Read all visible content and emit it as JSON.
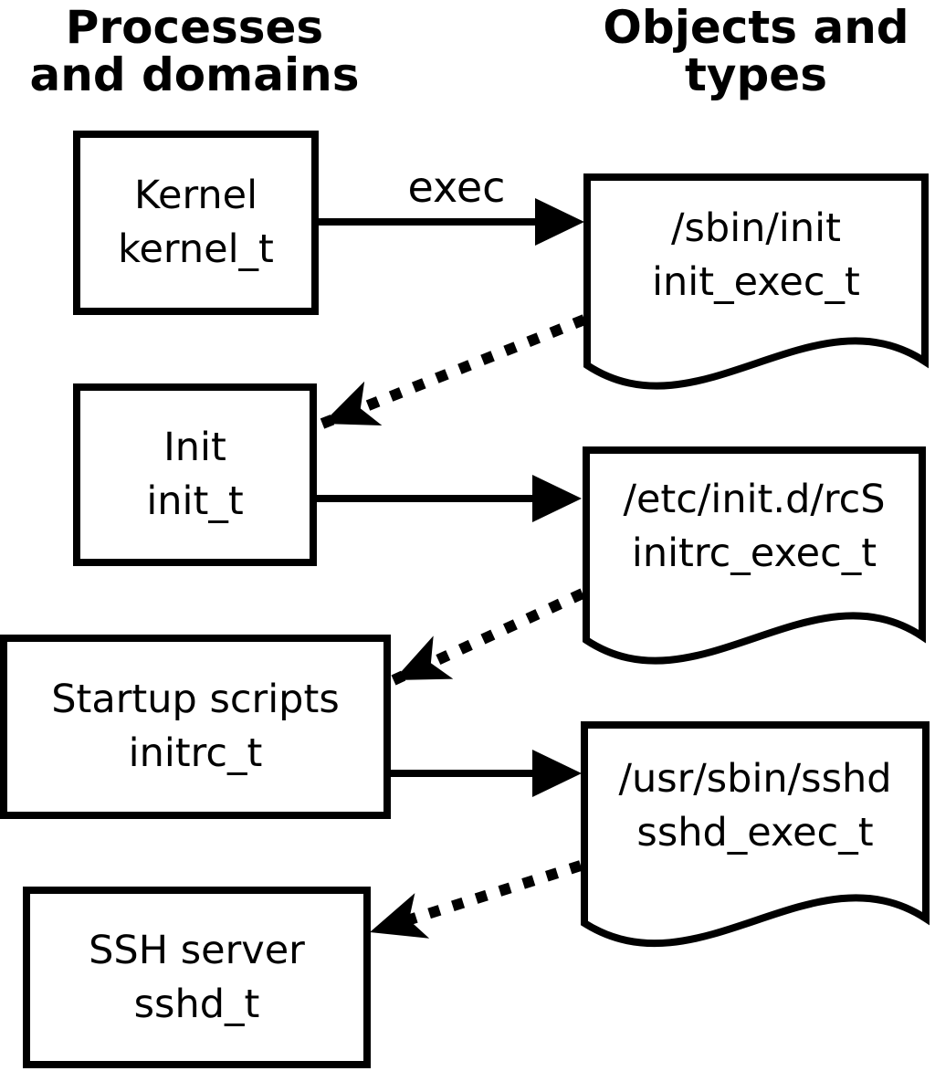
{
  "colors": {
    "foreground": "#000000",
    "background": "#ffffff"
  },
  "headers": {
    "left": {
      "line1": "Processes",
      "line2": "and domains"
    },
    "right": {
      "line1": "Objects and",
      "line2": "types"
    }
  },
  "process_boxes": [
    {
      "name": "Kernel",
      "type": "kernel_t"
    },
    {
      "name": "Init",
      "type": "init_t"
    },
    {
      "name": "Startup scripts",
      "type": "initrc_t"
    },
    {
      "name": "SSH server",
      "type": "sshd_t"
    }
  ],
  "object_docs": [
    {
      "path": "/sbin/init",
      "type": "init_exec_t"
    },
    {
      "path": "/etc/init.d/rcS",
      "type": "initrc_exec_t"
    },
    {
      "path": "/usr/sbin/sshd",
      "type": "sshd_exec_t"
    }
  ],
  "arrow_labels": {
    "exec": "exec"
  },
  "edges": [
    {
      "from": "Kernel (kernel_t)",
      "to": "/sbin/init (init_exec_t)",
      "style": "solid",
      "label": "exec"
    },
    {
      "from": "/sbin/init (init_exec_t)",
      "to": "Init (init_t)",
      "style": "dotted",
      "label": ""
    },
    {
      "from": "Init (init_t)",
      "to": "/etc/init.d/rcS (initrc_exec_t)",
      "style": "solid",
      "label": ""
    },
    {
      "from": "/etc/init.d/rcS (initrc_exec_t)",
      "to": "Startup scripts (initrc_t)",
      "style": "dotted",
      "label": ""
    },
    {
      "from": "Startup scripts (initrc_t)",
      "to": "/usr/sbin/sshd (sshd_exec_t)",
      "style": "solid",
      "label": ""
    },
    {
      "from": "/usr/sbin/sshd (sshd_exec_t)",
      "to": "SSH server (sshd_t)",
      "style": "dotted",
      "label": ""
    }
  ]
}
